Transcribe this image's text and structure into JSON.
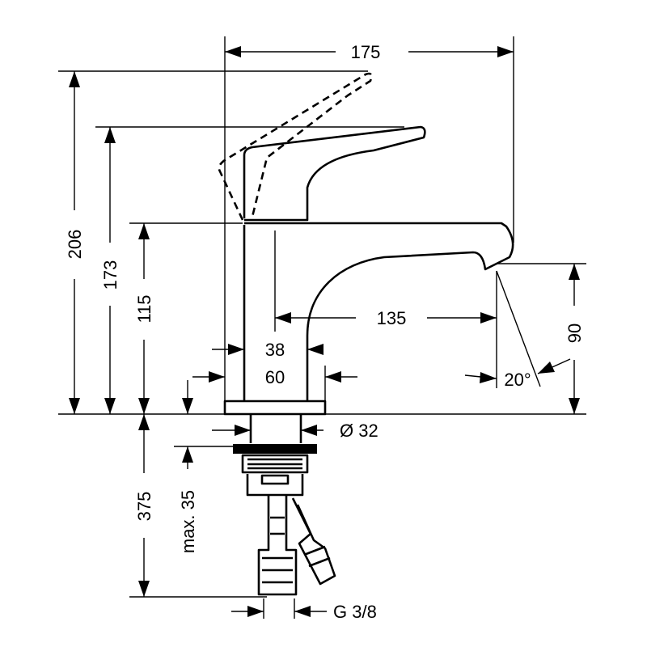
{
  "dimensions": {
    "overall_width": "175",
    "total_height": "206",
    "lever_height": "173",
    "body_height": "115",
    "spout_reach": "135",
    "body_width_1": "38",
    "body_width_2": "60",
    "spout_outlet_height": "90",
    "spout_angle": "20°",
    "shank_diameter": "Ø 32",
    "shank_length": "375",
    "max_thickness": "max. 35",
    "thread": "G 3/8"
  },
  "colors": {
    "line": "#000000",
    "background": "#ffffff"
  }
}
